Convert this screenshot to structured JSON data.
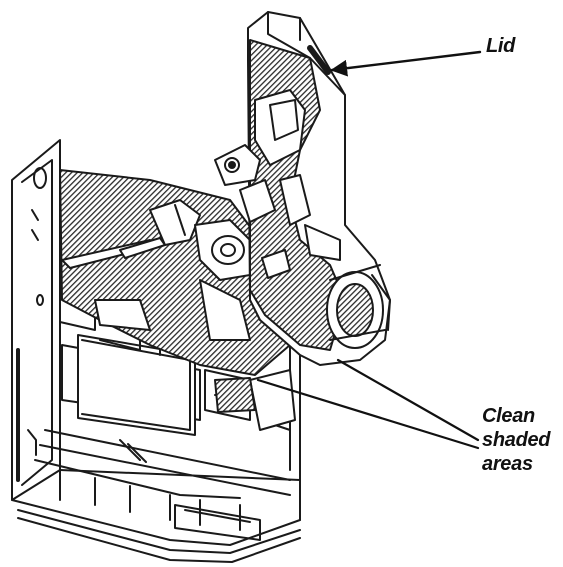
{
  "figure": {
    "line_color": "#1a1a1a",
    "hatch_color": "#2a2a2a",
    "background": "#ffffff"
  },
  "callouts": {
    "lid": "Lid",
    "clean_line1": "Clean",
    "clean_line2": "shaded",
    "clean_line3": "areas"
  }
}
